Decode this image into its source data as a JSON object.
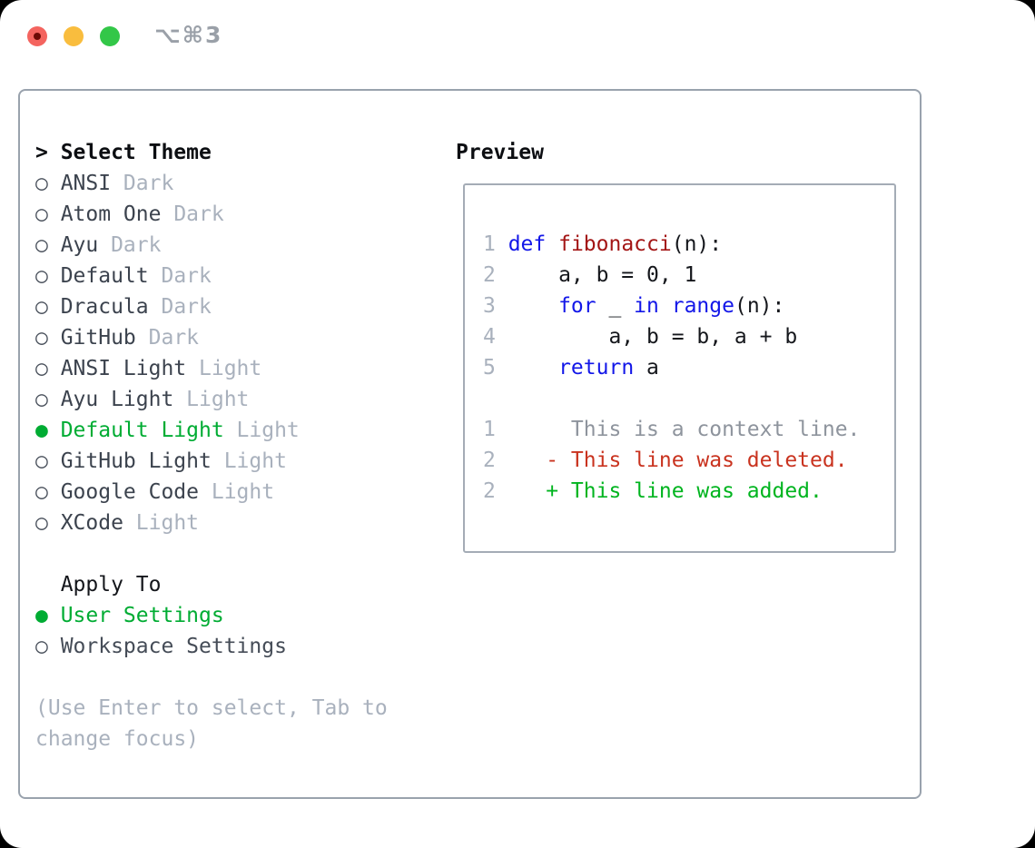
{
  "window": {
    "shortcut": "⌥⌘3"
  },
  "colors": {
    "accent_green": "#00ac33",
    "keyword_blue": "#1317e8",
    "function_red": "#a31515",
    "deleted_red": "#c9331f",
    "added_green": "#00b41f",
    "dim_gray": "#a9b1bd",
    "context_gray": "#8e949d",
    "text_dark": "#3c434e",
    "border_gray": "#99a2ad",
    "box_border": "#a4acb6",
    "traffic_red": "#f4645f",
    "traffic_red_dot": "#6d0a05",
    "traffic_yellow": "#f9bd3e",
    "traffic_green": "#33c748",
    "shortcut_gray": "#9aa0a8"
  },
  "theme_picker": {
    "cursor": ">",
    "title": "Select Theme",
    "themes": [
      {
        "name": "ANSI",
        "variant": "Dark",
        "selected": false
      },
      {
        "name": "Atom One",
        "variant": "Dark",
        "selected": false
      },
      {
        "name": "Ayu",
        "variant": "Dark",
        "selected": false
      },
      {
        "name": "Default",
        "variant": "Dark",
        "selected": false
      },
      {
        "name": "Dracula",
        "variant": "Dark",
        "selected": false
      },
      {
        "name": "GitHub",
        "variant": "Dark",
        "selected": false
      },
      {
        "name": "ANSI Light",
        "variant": "Light",
        "selected": false
      },
      {
        "name": "Ayu Light",
        "variant": "Light",
        "selected": false
      },
      {
        "name": "Default Light",
        "variant": "Light",
        "selected": true
      },
      {
        "name": "GitHub Light",
        "variant": "Light",
        "selected": false
      },
      {
        "name": "Google Code",
        "variant": "Light",
        "selected": false
      },
      {
        "name": "XCode",
        "variant": "Light",
        "selected": false
      }
    ],
    "apply_to": {
      "title": "Apply To",
      "options": [
        {
          "label": "User Settings",
          "selected": true
        },
        {
          "label": "Workspace Settings",
          "selected": false
        }
      ]
    },
    "hint": "(Use Enter to select, Tab to change focus)"
  },
  "preview": {
    "title": "Preview",
    "lines": [
      {
        "num": "1",
        "parts": [
          [
            "k",
            "def"
          ],
          [
            "p",
            " "
          ],
          [
            "f",
            "fibonacci"
          ],
          [
            "p",
            "(n):"
          ]
        ]
      },
      {
        "num": "2",
        "parts": [
          [
            "p",
            "    a, b = 0, 1"
          ]
        ]
      },
      {
        "num": "3",
        "parts": [
          [
            "p",
            "    "
          ],
          [
            "k",
            "for"
          ],
          [
            "p",
            " _ "
          ],
          [
            "k",
            "in"
          ],
          [
            "p",
            " "
          ],
          [
            "k",
            "range"
          ],
          [
            "p",
            "(n):"
          ]
        ]
      },
      {
        "num": "4",
        "parts": [
          [
            "p",
            "        a, b = b, a + b"
          ]
        ]
      },
      {
        "num": "5",
        "parts": [
          [
            "p",
            "    "
          ],
          [
            "k",
            "return"
          ],
          [
            "p",
            " a"
          ]
        ]
      },
      {
        "num": "",
        "parts": []
      },
      {
        "num": "1",
        "parts": [
          [
            "ctx",
            "     This is a context line."
          ]
        ]
      },
      {
        "num": "2",
        "parts": [
          [
            "del",
            "   - This line was deleted."
          ]
        ]
      },
      {
        "num": "2",
        "parts": [
          [
            "add",
            "   + This line was added."
          ]
        ]
      }
    ]
  }
}
